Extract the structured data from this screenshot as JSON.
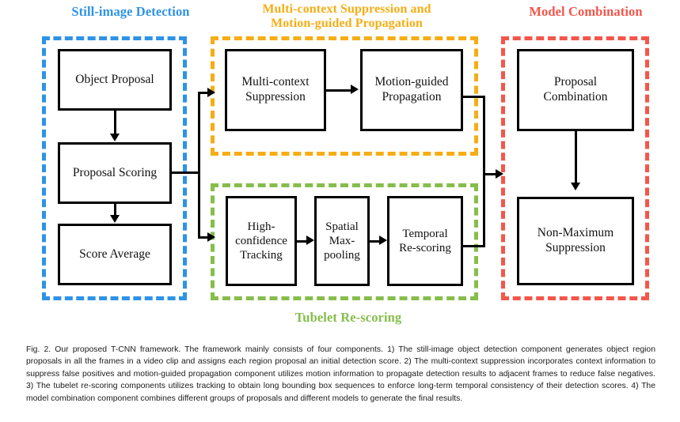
{
  "figure": {
    "groups": [
      {
        "id": "still",
        "title": "Still-image Detection",
        "color": "#2e93e6"
      },
      {
        "id": "multi",
        "title": "Multi-context Suppression and\nMotion-guided Propagation",
        "color": "#f6ad14"
      },
      {
        "id": "model",
        "title": "Model Combination",
        "color": "#f4564a"
      },
      {
        "id": "tubelet",
        "title": "Tubelet Re-scoring",
        "color": "#86bd4b"
      }
    ],
    "nodes": [
      {
        "id": "object",
        "label": "Object Proposal"
      },
      {
        "id": "scoring",
        "label": "Proposal Scoring"
      },
      {
        "id": "average",
        "label": "Score Average"
      },
      {
        "id": "mcs",
        "label": "Multi-context\nSuppression"
      },
      {
        "id": "mgp",
        "label": "Motion-guided\nPropagation"
      },
      {
        "id": "track",
        "label": "High-\nconfidence\nTracking"
      },
      {
        "id": "maxpool",
        "label": "Spatial\nMax-\npooling"
      },
      {
        "id": "rescore",
        "label": "Temporal\nRe-scoring"
      },
      {
        "id": "propcomb",
        "label": "Proposal\nCombination"
      },
      {
        "id": "nms",
        "label": "Non-Maximum\nSuppression"
      }
    ],
    "caption": "Fig. 2. Our proposed T-CNN framework. The framework mainly consists of four components. 1) The still-image object detection component generates object region proposals in all the frames in a video clip and assigns each region proposal an initial detection score. 2) The multi-context suppression incorporates context information to suppress false positives and motion-guided propagation component utilizes motion information to propagate detection results to adjacent frames to reduce false negatives. 3) The tubelet re-scoring components utilizes tracking to obtain long bounding box sequences to enforce long-term temporal consistency of their detection scores. 4) The model combination component combines different groups of proposals and different models to generate the final results."
  }
}
